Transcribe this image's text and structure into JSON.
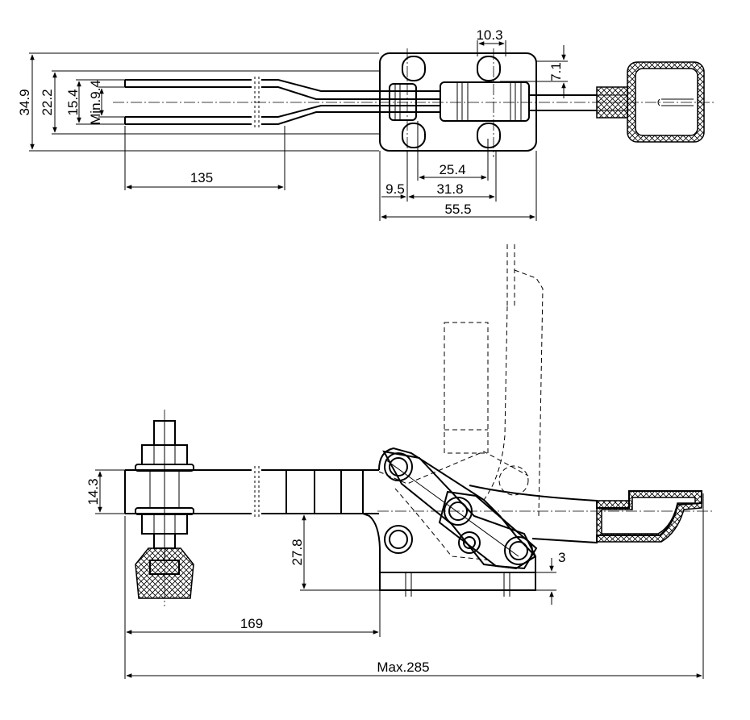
{
  "drawing": {
    "top_view": {
      "dimensions": [
        {
          "id": "overall-height",
          "text": "34.9"
        },
        {
          "id": "arm-width",
          "text": "22.2"
        },
        {
          "id": "arm-slot",
          "text": "15.4"
        },
        {
          "id": "min-gap",
          "text": "Min.9.4"
        },
        {
          "id": "arm-length",
          "text": "135"
        },
        {
          "id": "hole-spacing-top",
          "text": "10.3"
        },
        {
          "id": "hole-offset",
          "text": "7.1"
        },
        {
          "id": "hole-spacing-inner",
          "text": "25.4"
        },
        {
          "id": "hole-edge",
          "text": "9.5"
        },
        {
          "id": "hole-spacing-outer",
          "text": "31.8"
        },
        {
          "id": "base-length",
          "text": "55.5"
        }
      ]
    },
    "side_view": {
      "dimensions": [
        {
          "id": "bar-thickness",
          "text": "14.3"
        },
        {
          "id": "bar-height",
          "text": "27.8"
        },
        {
          "id": "base-thickness",
          "text": "3"
        },
        {
          "id": "reach",
          "text": "169"
        },
        {
          "id": "overall-length",
          "text": "Max.285"
        }
      ]
    }
  }
}
